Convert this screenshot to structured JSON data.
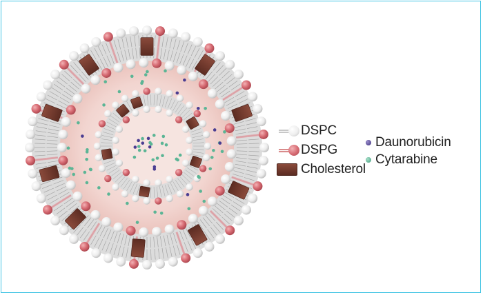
{
  "legend": {
    "dspc": "DSPC",
    "dspg": "DSPG",
    "cholesterol": "Cholesterol",
    "daunorubicin": "Daunorubicin",
    "cytarabine": "Cytarabine"
  },
  "colors": {
    "frame": "#3ec3e3",
    "dspc_head": "#efefef",
    "dspg_head": "#d66a72",
    "cholesterol": "#6e3a2d",
    "daunorubicin": "#4a3d91",
    "cytarabine": "#5bb595",
    "aqueous_core": "#f2d5d0"
  },
  "icons": [
    "dspc-lipid-icon",
    "dspg-lipid-icon",
    "cholesterol-icon",
    "daunorubicin-dot-icon",
    "cytarabine-dot-icon"
  ]
}
